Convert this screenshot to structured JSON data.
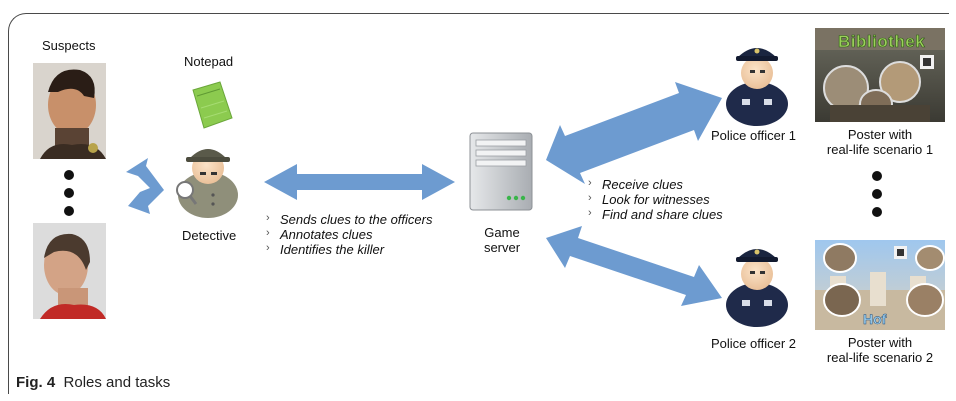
{
  "figure": {
    "label": "Fig. 4",
    "caption": "Roles and tasks"
  },
  "labels": {
    "suspects": "Suspects",
    "notepad": "Notepad",
    "detective": "Detective",
    "game_server_line1": "Game",
    "game_server_line2": "server",
    "officer1": "Police officer 1",
    "officer2": "Police officer 2",
    "poster1_line1": "Poster with",
    "poster1_line2": "real-life scenario 1",
    "poster2_line1": "Poster with",
    "poster2_line2": "real-life scenario 2",
    "poster1_sign": "Bibliothek",
    "poster2_sign": "Hof"
  },
  "detective_tasks": [
    "Sends clues to the officers",
    "Annotates clues",
    "Identifies the killer"
  ],
  "officer_tasks": [
    "Receive clues",
    "Look for witnesses",
    "Find and share clues"
  ],
  "colors": {
    "arrow": "#6d9bd0",
    "notepad": "#8ccb4f",
    "officer_uniform": "#1f2a4a",
    "server": "#c9ccd0",
    "detective_coat": "#8f8f7a"
  },
  "icons": {
    "suspect": "person-photo-icon",
    "notepad": "notepad-icon",
    "detective": "detective-icon",
    "server": "server-icon",
    "officer": "police-officer-icon",
    "poster": "poster-image-icon"
  }
}
